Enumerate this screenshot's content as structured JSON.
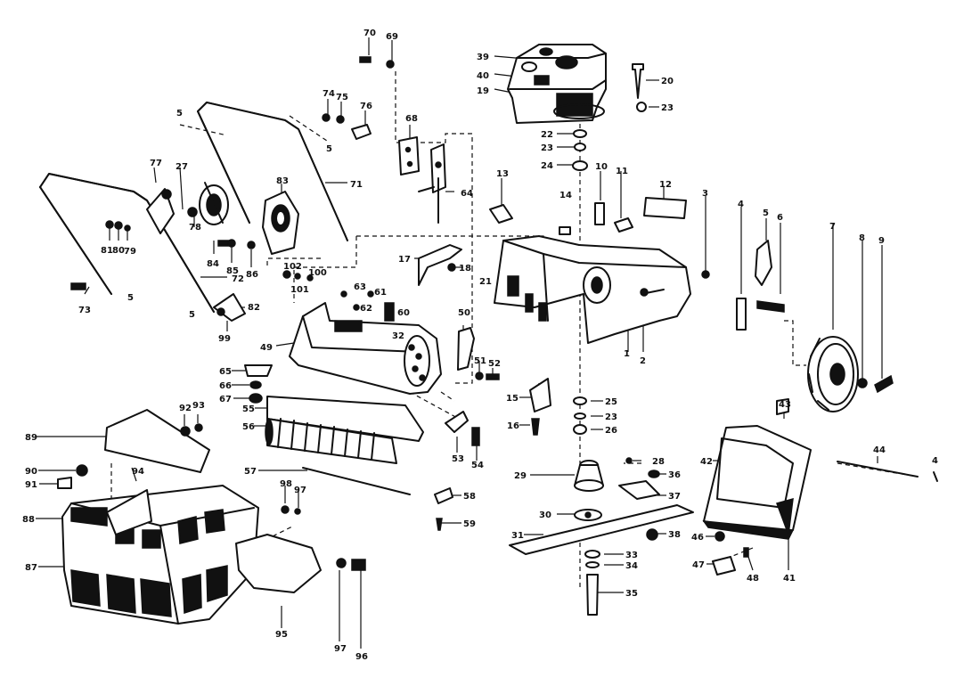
{
  "labels": {
    "l70": "70",
    "l69": "69",
    "l39": "39",
    "l40": "40",
    "l19": "19",
    "l20": "20",
    "l23a": "23",
    "l74": "74",
    "l75": "75",
    "l76": "76",
    "l68": "68",
    "l5a": "5",
    "l5b": "5",
    "l71": "71",
    "l22": "22",
    "l23b": "23",
    "l24": "24",
    "l13": "13",
    "l10": "10",
    "l11": "11",
    "l12": "12",
    "l3": "3",
    "l4": "4",
    "l5c": "5",
    "l6": "6",
    "l7": "7",
    "l8": "8",
    "l9": "9",
    "l77": "77",
    "l27": "27",
    "l83": "83",
    "l64": "64",
    "l14": "14",
    "l78": "78",
    "l81": "81",
    "l80": "80",
    "l79": "79",
    "l84": "84",
    "l85": "85",
    "l86": "86",
    "l17": "17",
    "l18": "18",
    "l21": "21",
    "l1": "1",
    "l2": "2",
    "l73": "73",
    "l5d": "5",
    "l72": "72",
    "l102": "102",
    "l101": "101",
    "l100": "100",
    "l63": "63",
    "l61": "61",
    "l62": "62",
    "l60": "60",
    "l32": "32",
    "l82": "82",
    "l99": "99",
    "l5e": "5",
    "l49": "49",
    "l50": "50",
    "l51": "51",
    "l52": "52",
    "l65": "65",
    "l66": "66",
    "l67": "67",
    "l15": "15",
    "l25": "25",
    "l23c": "23",
    "l16": "16",
    "l26": "26",
    "l92": "92",
    "l93": "93",
    "l55": "55",
    "l56": "56",
    "l53": "53",
    "l54": "54",
    "l43": "43",
    "l89": "89",
    "l28": "28",
    "l29": "29",
    "l36": "36",
    "l37": "37",
    "l42": "42",
    "l44": "44",
    "l45": "4",
    "l90": "90",
    "l94": "94",
    "l91": "91",
    "l57": "57",
    "l98": "98",
    "l97a": "97",
    "l58": "58",
    "l59": "59",
    "l30": "30",
    "l88": "88",
    "l31": "31",
    "l38": "38",
    "l46": "46",
    "l33": "33",
    "l34": "34",
    "l47": "47",
    "l48": "48",
    "l41": "41",
    "l87": "87",
    "l35": "35",
    "l95": "95",
    "l97b": "97",
    "l96": "96"
  }
}
